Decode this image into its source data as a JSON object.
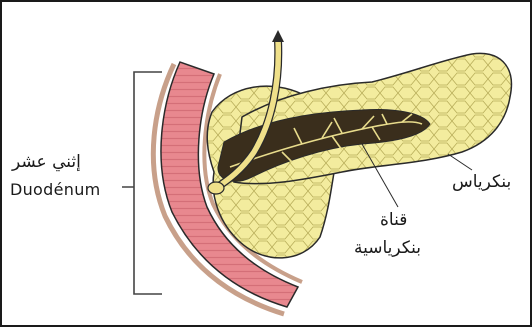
{
  "labels": {
    "duodenum_arabic": "إثني عشر",
    "duodenum_latin": "Duodénum",
    "pancreas_arabic": "بنكرياس",
    "duct_line1": "قناة",
    "duct_line2": "بنكرياسية"
  },
  "colors": {
    "duodenum": "#e8888f",
    "duodenum_wall": "#c8a08a",
    "pancreas": "#f3ec9e",
    "duct": "#3a2e1c",
    "bile_tube": "#efe08a",
    "outline": "#2a2a2a"
  }
}
